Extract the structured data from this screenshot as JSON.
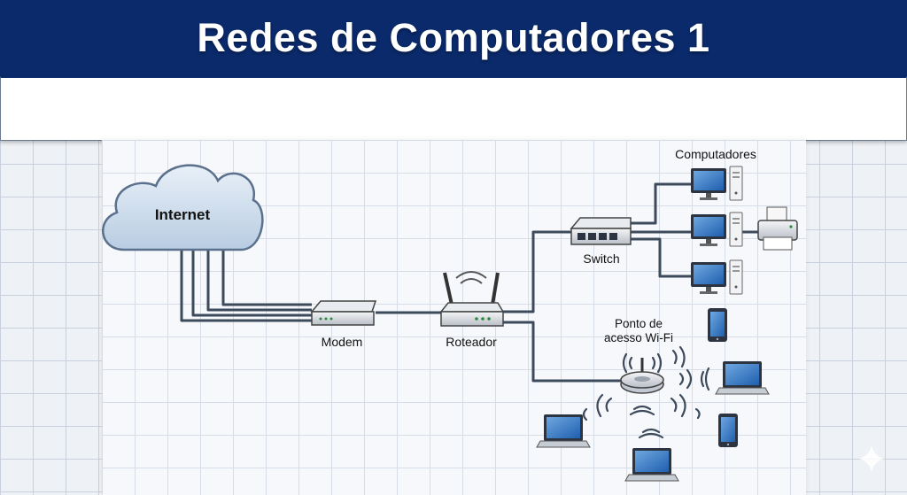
{
  "header": {
    "title": "Redes de Computadores 1"
  },
  "labels": {
    "internet": "Internet",
    "modem": "Modem",
    "router": "Roteador",
    "switch": "Switch",
    "computers": "Computadores",
    "ap_line1": "Ponto de",
    "ap_line2": "acesso Wi-Fi"
  },
  "colors": {
    "header_bg": "#0b2a6b",
    "cable": "#3c4a5c",
    "cloud": "#c9d8ea"
  },
  "icons": [
    "cloud-icon",
    "modem-icon",
    "router-icon",
    "switch-icon",
    "computer-icon",
    "printer-icon",
    "wifi-access-point-icon",
    "laptop-icon",
    "smartphone-icon",
    "sparkle-icon"
  ]
}
